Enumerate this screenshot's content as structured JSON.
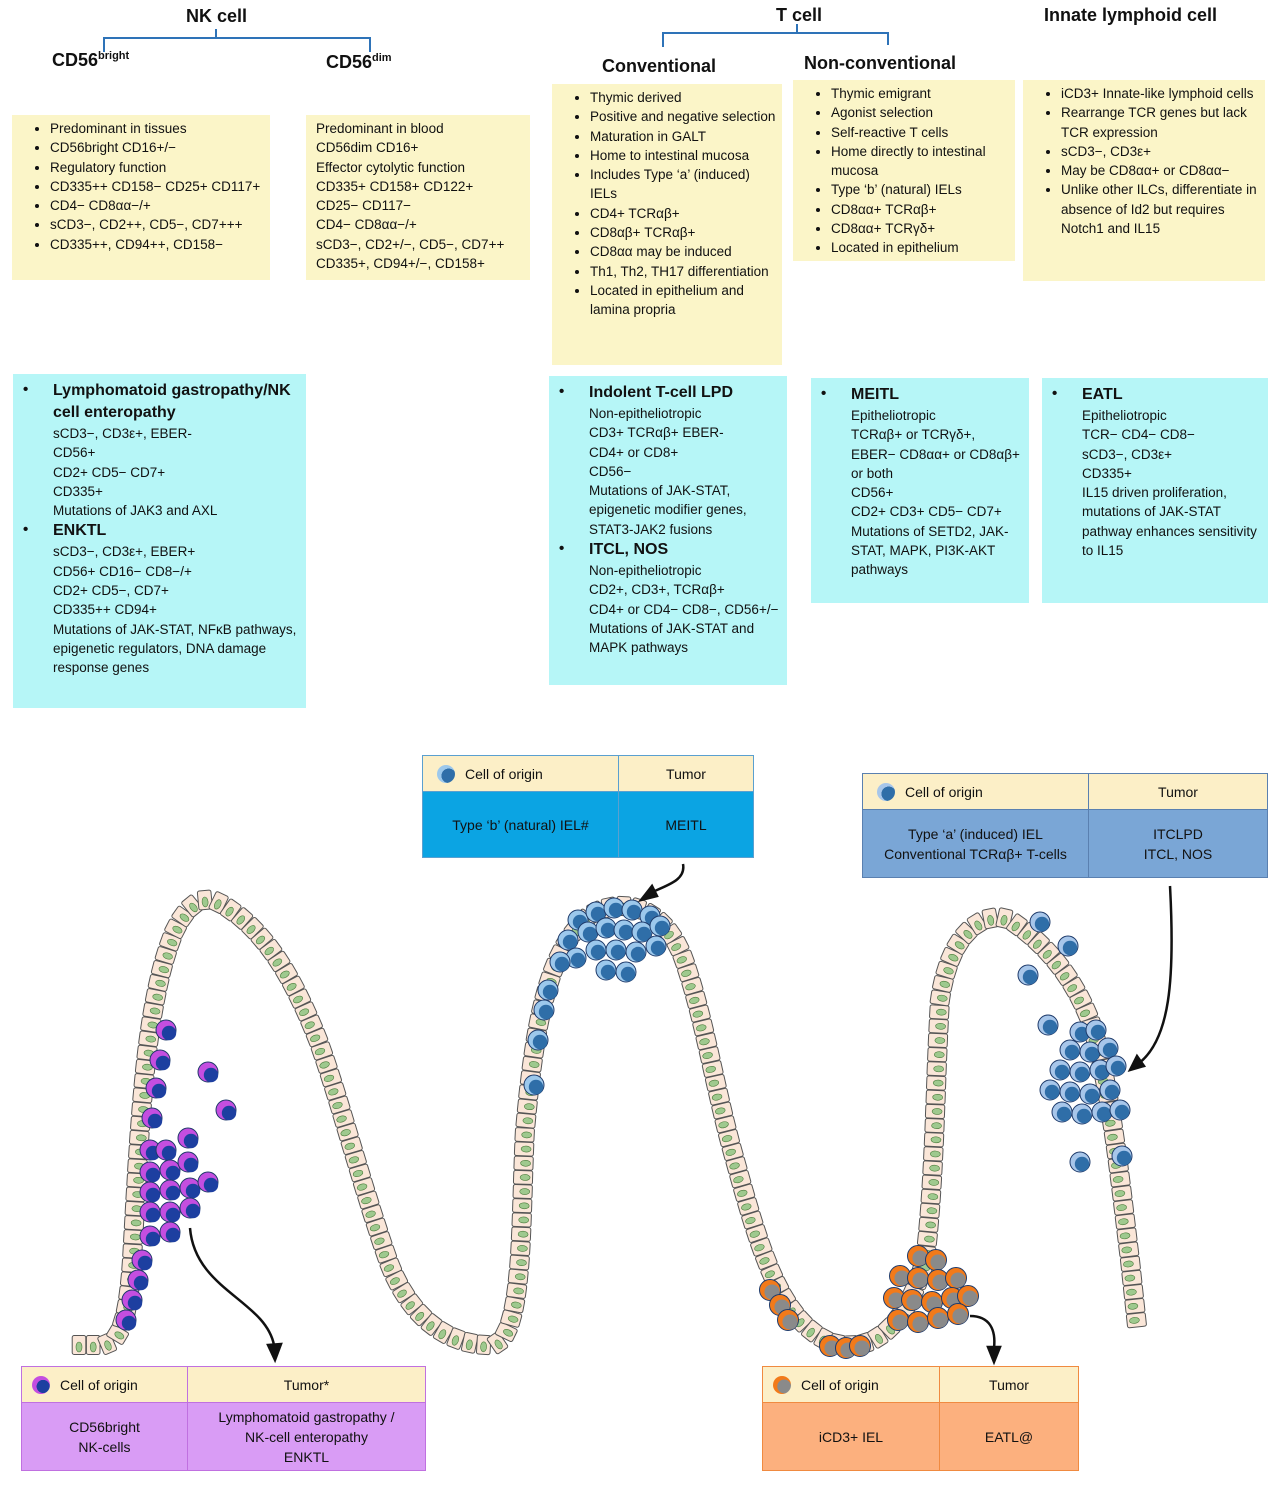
{
  "headers": {
    "nk": "NK cell",
    "tcell": "T cell",
    "ilc": "Innate lymphoid cell",
    "cd56_bright": "CD56",
    "cd56_bright_sup": "bright",
    "cd56_dim": "CD56",
    "cd56_dim_sup": "dim",
    "conventional": "Conventional",
    "nonconventional": "Non-conventional"
  },
  "features": {
    "cd56_bright": [
      "Predominant in tissues",
      "CD56bright CD16+/−",
      "Regulatory function",
      "CD335++ CD158− CD25+ CD117+",
      "CD4− CD8αα−/+",
      "sCD3−, CD2++, CD5−, CD7+++",
      "CD335++, CD94++, CD158−"
    ],
    "cd56_dim": [
      "Predominant in blood",
      "CD56dim CD16+",
      "Effector cytolytic function",
      "CD335+ CD158+ CD122+",
      "CD25− CD117−",
      "CD4− CD8αα−/+",
      "sCD3−, CD2+/−, CD5−, CD7++",
      "CD335+, CD94+/−, CD158+"
    ],
    "conventional": [
      "Thymic derived",
      "Positive and negative selection",
      "Maturation in GALT",
      "Home to intestinal mucosa",
      "Includes Type ‘a’ (induced) IELs",
      "CD4+ TCRαβ+",
      "CD8αβ+ TCRαβ+",
      "CD8αα may be induced",
      "Th1, Th2, TH17 differentiation",
      "Located in epithelium and lamina propria"
    ],
    "nonconventional": [
      "Thymic emigrant",
      "Agonist selection",
      "Self-reactive T cells",
      "Home directly to intestinal mucosa",
      "Type ‘b’ (natural) IELs",
      "CD8αα+ TCRαβ+",
      "CD8αα+ TCRγδ+",
      "Located in epithelium"
    ],
    "ilc": [
      "iCD3+ Innate-like lymphoid cells",
      "Rearrange TCR genes but lack TCR expression",
      "sCD3−, CD3ε+",
      "May be CD8αα+ or CD8αα−",
      "Unlike other ILCs, differentiate in absence of Id2 but requires Notch1 and IL15"
    ]
  },
  "lymphomas": {
    "nk": [
      {
        "name": "Lymphomatoid gastropathy/NK cell enteropathy",
        "lines": [
          "sCD3−, CD3ε+, EBER-",
          "CD56+",
          "CD2+ CD5− CD7+",
          "CD335+",
          "Mutations of JAK3 and AXL"
        ]
      },
      {
        "name": "ENKTL",
        "lines": [
          "sCD3−, CD3ε+, EBER+",
          "CD56+ CD16− CD8−/+",
          "CD2+ CD5−, CD7+",
          "CD335++ CD94+",
          "Mutations of JAK-STAT, NFκB pathways, epigenetic regulators, DNA damage response genes"
        ]
      }
    ],
    "conventional": [
      {
        "name": "Indolent T-cell LPD",
        "lines": [
          "Non-epitheliotropic",
          "CD3+ TCRαβ+ EBER-",
          "CD4+ or CD8+",
          "CD56−",
          "Mutations of JAK-STAT, epigenetic modifier genes, STAT3-JAK2 fusions"
        ]
      },
      {
        "name": "ITCL, NOS",
        "lines": [
          "Non-epitheliotropic",
          "CD2+, CD3+, TCRαβ+",
          "CD4+ or CD4− CD8−, CD56+/−",
          "Mutations of JAK-STAT and MAPK pathways"
        ]
      }
    ],
    "nonconventional": [
      {
        "name": "MEITL",
        "lines": [
          "Epitheliotropic",
          "TCRαβ+ or TCRγδ+, EBER− CD8αα+ or CD8αβ+ or both",
          "CD56+",
          "CD2+ CD3+ CD5− CD7+",
          "Mutations of SETD2, JAK-STAT, MAPK, PI3K-AKT pathways"
        ]
      }
    ],
    "ilc": [
      {
        "name": "EATL",
        "lines": [
          "Epitheliotropic",
          "TCR− CD4− CD8−",
          "sCD3−, CD3ε+",
          "CD335+",
          "IL15 driven proliferation, mutations of JAK-STAT pathway enhances sensitivity to IL15"
        ]
      }
    ]
  },
  "origin_tables": {
    "meitl": {
      "col1": "Cell of origin",
      "col2": "Tumor",
      "origin": "Type ‘b’ (natural) IEL#",
      "tumor": "MEITL"
    },
    "itcl": {
      "col1": "Cell of origin",
      "col2": "Tumor",
      "origin": "Type ‘a’ (induced) IEL\nConventional TCRαβ+ T-cells",
      "tumor": "ITCLPD\nITCL, NOS"
    },
    "nk": {
      "col1": "Cell of origin",
      "col2": "Tumor*",
      "origin": "CD56bright\nNK-cells",
      "tumor": "Lymphomatoid gastropathy /\nNK-cell enteropathy\nENKTL"
    },
    "eatl": {
      "col1": "Cell of origin",
      "col2": "Tumor",
      "origin": "iCD3+ IEL",
      "tumor": "EATL@"
    }
  },
  "colors": {
    "feature_bg": "#fbf5c8",
    "lymphoma_bg": "#b6f6f7",
    "tree_line": "#2e73b8",
    "meitl_blue": "#0ba4e3",
    "itcl_blue": "#7aa6d6",
    "nk_purple": "#d99cf5",
    "eatl_orange": "#fcb07e",
    "epithelium": "#fae6d8",
    "nucleus": "#9ec98e"
  }
}
